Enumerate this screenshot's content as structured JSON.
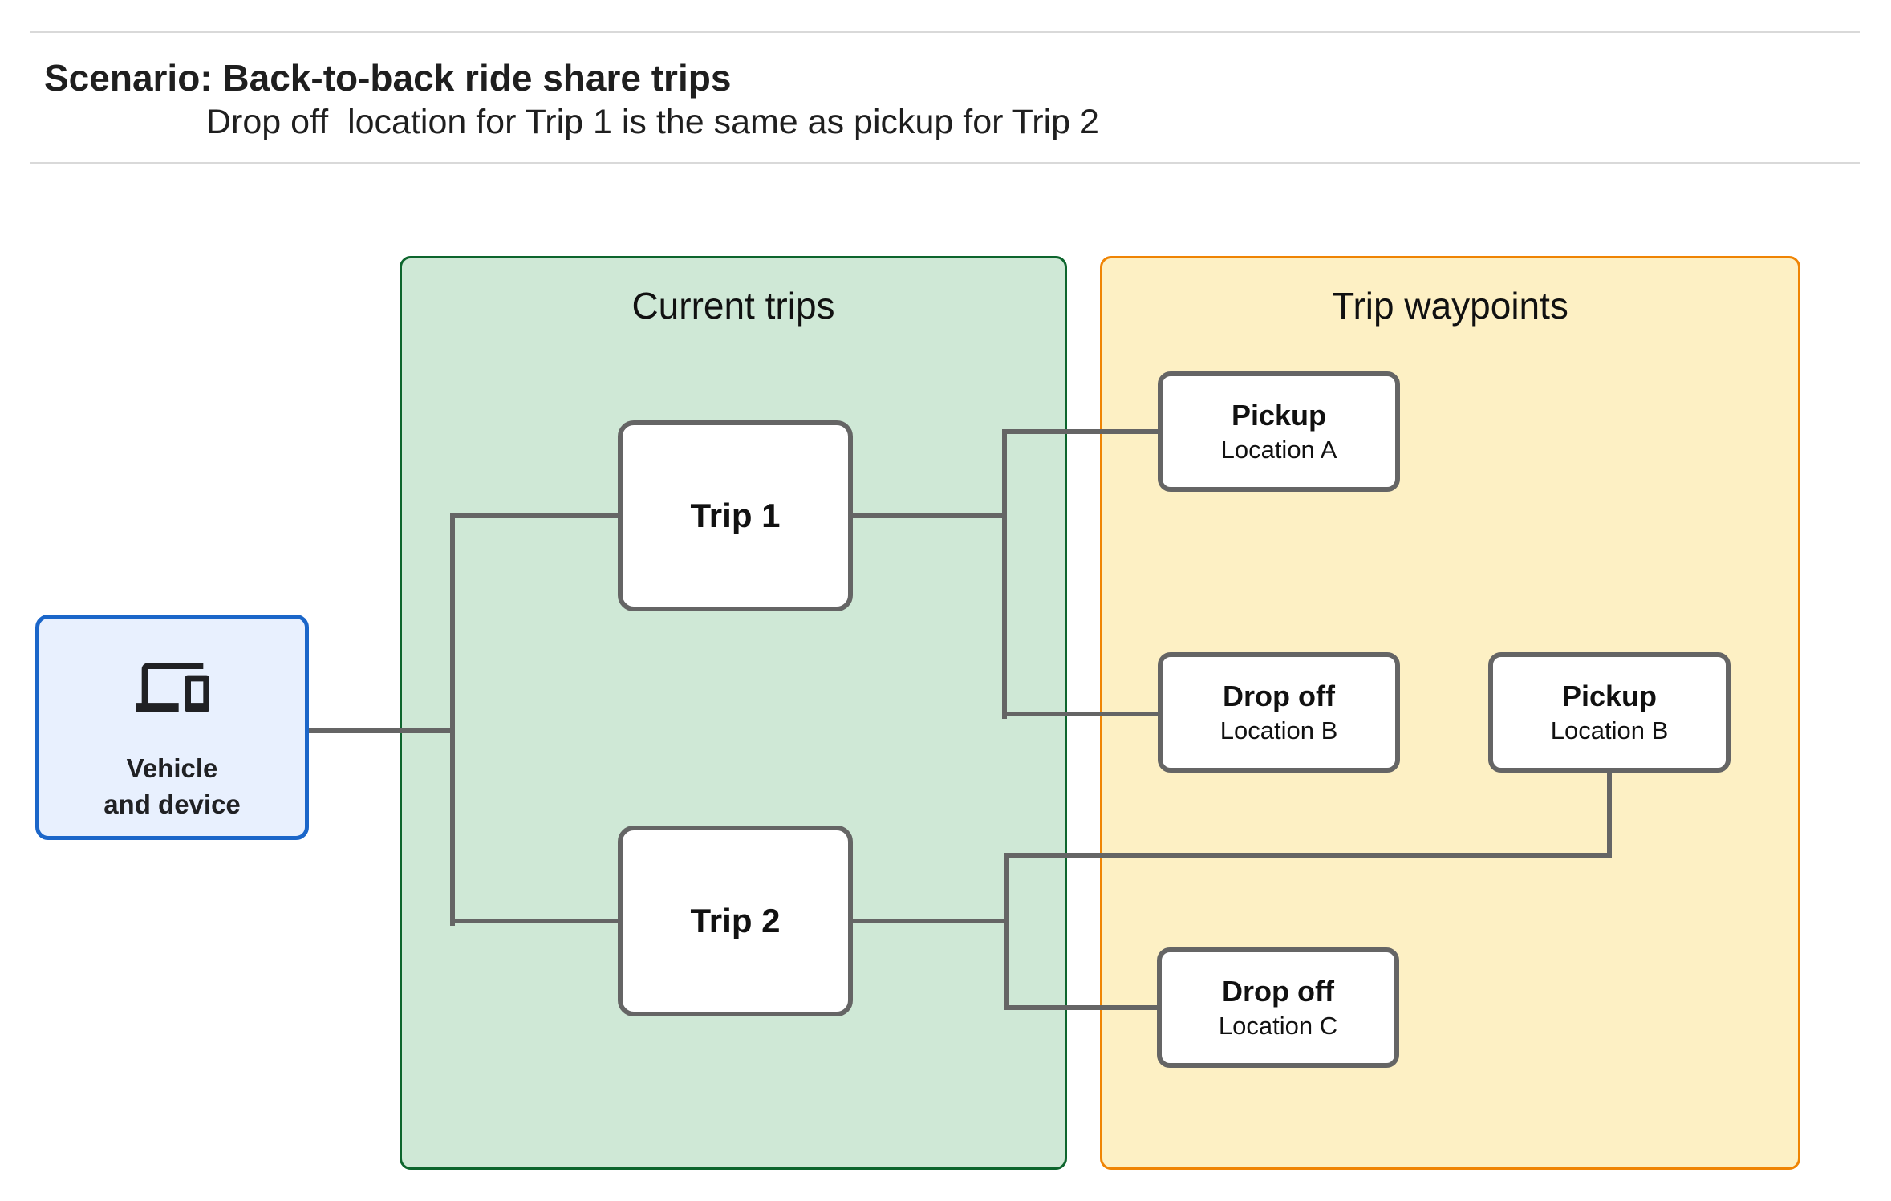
{
  "header": {
    "title": "Scenario: Back-to-back ride share trips",
    "subtitle": "Drop off  location for Trip 1 is the same as pickup for Trip 2"
  },
  "vehicle_node": {
    "icon": "devices-icon",
    "label_line1": "Vehicle",
    "label_line2": "and device"
  },
  "panels": {
    "current_trips": {
      "title": "Current trips",
      "trips": [
        {
          "label": "Trip 1"
        },
        {
          "label": "Trip 2"
        }
      ]
    },
    "trip_waypoints": {
      "title": "Trip waypoints",
      "waypoints": [
        {
          "type": "Pickup",
          "location": "Location A"
        },
        {
          "type": "Drop off",
          "location": "Location B"
        },
        {
          "type": "Pickup",
          "location": "Location B"
        },
        {
          "type": "Drop off",
          "location": "Location C"
        }
      ]
    }
  },
  "edges": [
    {
      "from": "vehicle-and-device",
      "to": "trip-1"
    },
    {
      "from": "vehicle-and-device",
      "to": "trip-2"
    },
    {
      "from": "trip-1",
      "to": "pickup-location-a"
    },
    {
      "from": "trip-1",
      "to": "dropoff-location-b"
    },
    {
      "from": "pickup-location-b",
      "to": "trip-2"
    },
    {
      "from": "trip-2",
      "to": "dropoff-location-c"
    }
  ],
  "colors": {
    "current_trips_fill": "#cfe8d6",
    "current_trips_border": "#0d652d",
    "trip_waypoints_fill": "#fdf0c4",
    "trip_waypoints_border": "#ef8404",
    "vehicle_fill": "#e8f0fe",
    "vehicle_border": "#1b66c9",
    "node_border": "#656565",
    "connector": "#656565",
    "divider": "#d9d9d9",
    "text": "#1f1f1f"
  }
}
